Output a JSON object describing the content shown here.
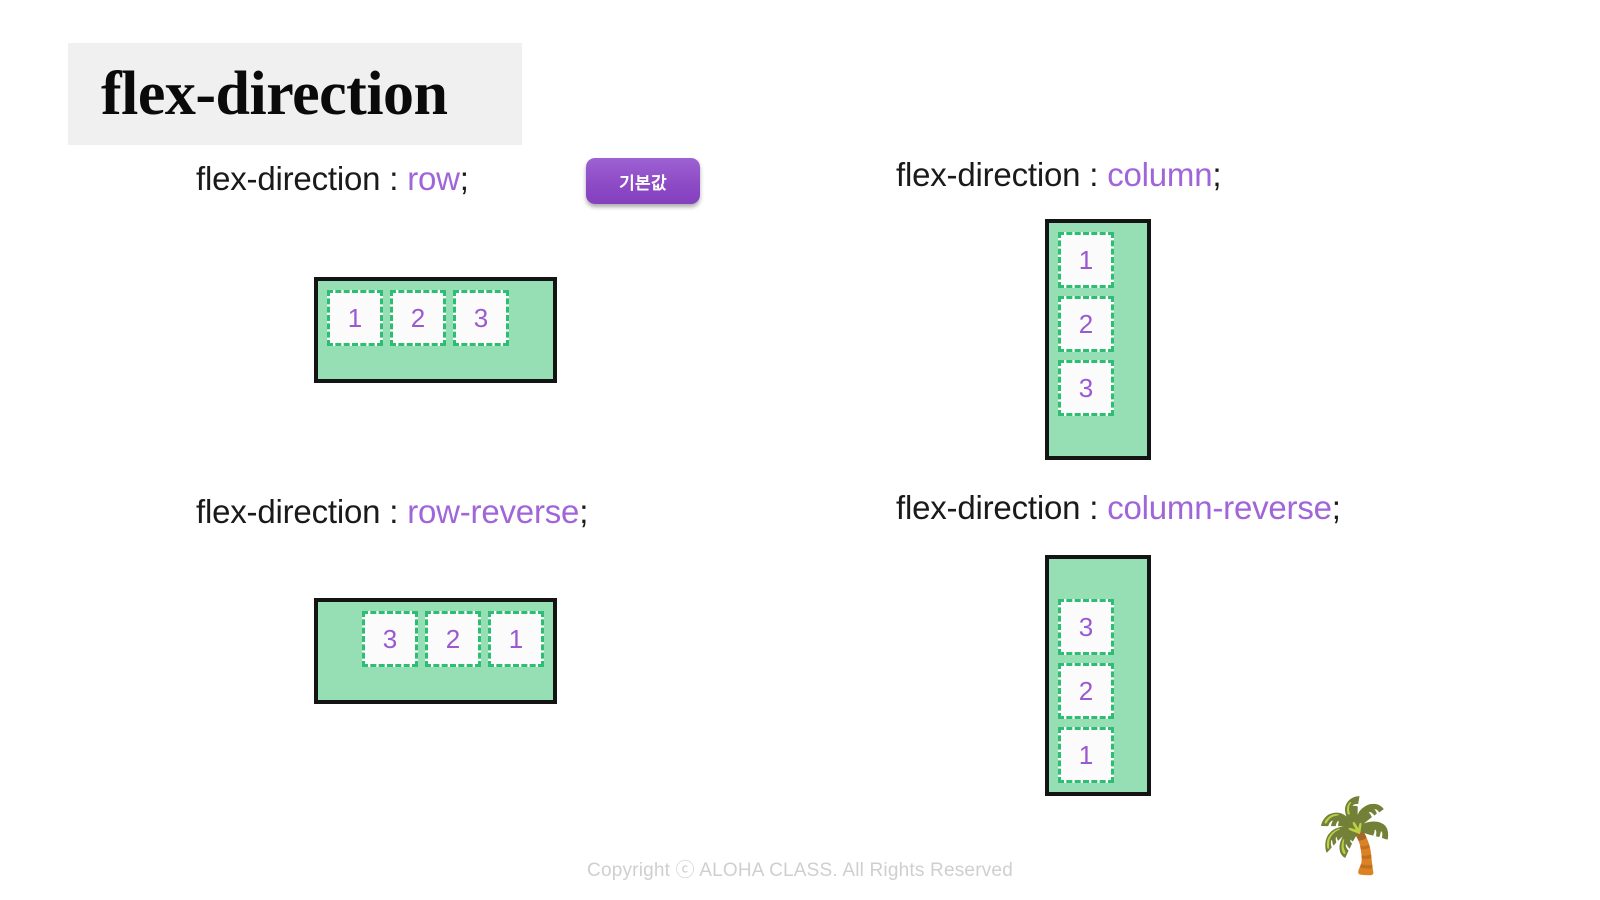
{
  "slide": {
    "title": "flex-direction",
    "background_color": "#ffffff",
    "title_background_color": "#f0f0f0",
    "accent_purple": "#a065d8",
    "container_green": "#96dfb4",
    "item_dash_green": "#2ebe73",
    "item_number_purple": "#9b59d0"
  },
  "badge": {
    "label": "기본값",
    "color": "#ffffff",
    "background_color": "#8e4bc6"
  },
  "declarations": {
    "row": {
      "property": "flex-direction",
      "separator": " : ",
      "value": "row",
      "terminator": ";"
    },
    "row_reverse": {
      "property": "flex-direction",
      "separator": " : ",
      "value": "row-reverse",
      "terminator": ";"
    },
    "column": {
      "property": "flex-direction",
      "separator": " : ",
      "value": "column",
      "terminator": ";"
    },
    "column_reverse": {
      "property": "flex-direction",
      "separator": " : ",
      "value": "column-reverse",
      "terminator": ";"
    }
  },
  "demos": {
    "row": {
      "order": [
        "1",
        "2",
        "3"
      ]
    },
    "row_reverse": {
      "order": [
        "1",
        "2",
        "3"
      ],
      "visual_order": [
        "3",
        "2",
        "1"
      ]
    },
    "column": {
      "order": [
        "1",
        "2",
        "3"
      ]
    },
    "column_reverse": {
      "order": [
        "1",
        "2",
        "3"
      ],
      "visual_order": [
        "3",
        "2",
        "1"
      ]
    }
  },
  "footer": {
    "text": "Copyright ⓒ ALOHA CLASS. All Rights Reserved"
  },
  "decorations": {
    "palm_tree": "🌴"
  }
}
